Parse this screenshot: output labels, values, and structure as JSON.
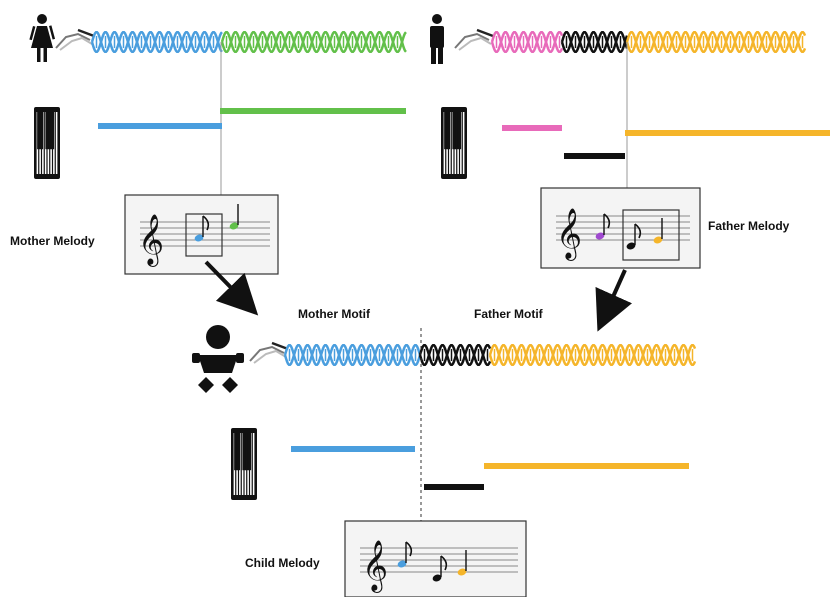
{
  "labels": {
    "mother_melody": "Mother Melody",
    "father_melody": "Father Melody",
    "mother_motif": "Mother Motif",
    "father_motif": "Father Motif",
    "child_melody": "Child Melody"
  },
  "colors": {
    "blue": "#4a9ede",
    "green": "#62c04a",
    "pink": "#e86aba",
    "black": "#111111",
    "orange": "#f5b52a",
    "purple": "#a04ad0",
    "box_fill": "#f4f4f4",
    "box_stroke": "#333333",
    "guide_line": "#999999"
  },
  "icons": {
    "mother": "woman-icon",
    "father": "man-icon",
    "child": "baby-icon",
    "keyboard": "piano-keyboard-icon",
    "clef": "treble-clef-icon",
    "strand": "dna-strand-icon"
  }
}
